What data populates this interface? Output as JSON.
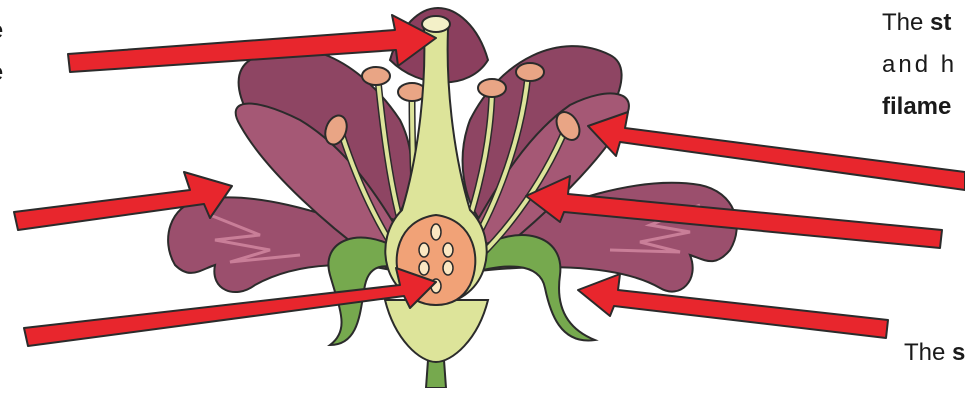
{
  "colors": {
    "petal": "#9b4f6d",
    "petal_dark": "#6e2f4b",
    "petal_light": "#c97e98",
    "stem": "#76a94e",
    "stem_dark": "#4c7a30",
    "pistil": "#dde49a",
    "ovary": "#f1a277",
    "anther": "#e9a585",
    "arrow": "#e8262d"
  },
  "left_text": {
    "line1": "e",
    "line2": "e"
  },
  "stamen_text": {
    "line1_prefix": "The ",
    "line1_bold": "st",
    "line2": "and  h",
    "line3_bold": "filame"
  },
  "sepal_text": {
    "prefix": "The ",
    "bold": "s"
  },
  "arrows": [
    "style-arrow",
    "petal-arrow",
    "ovary-arrow",
    "anther-arrow",
    "filament-arrow",
    "sepal-arrow"
  ]
}
